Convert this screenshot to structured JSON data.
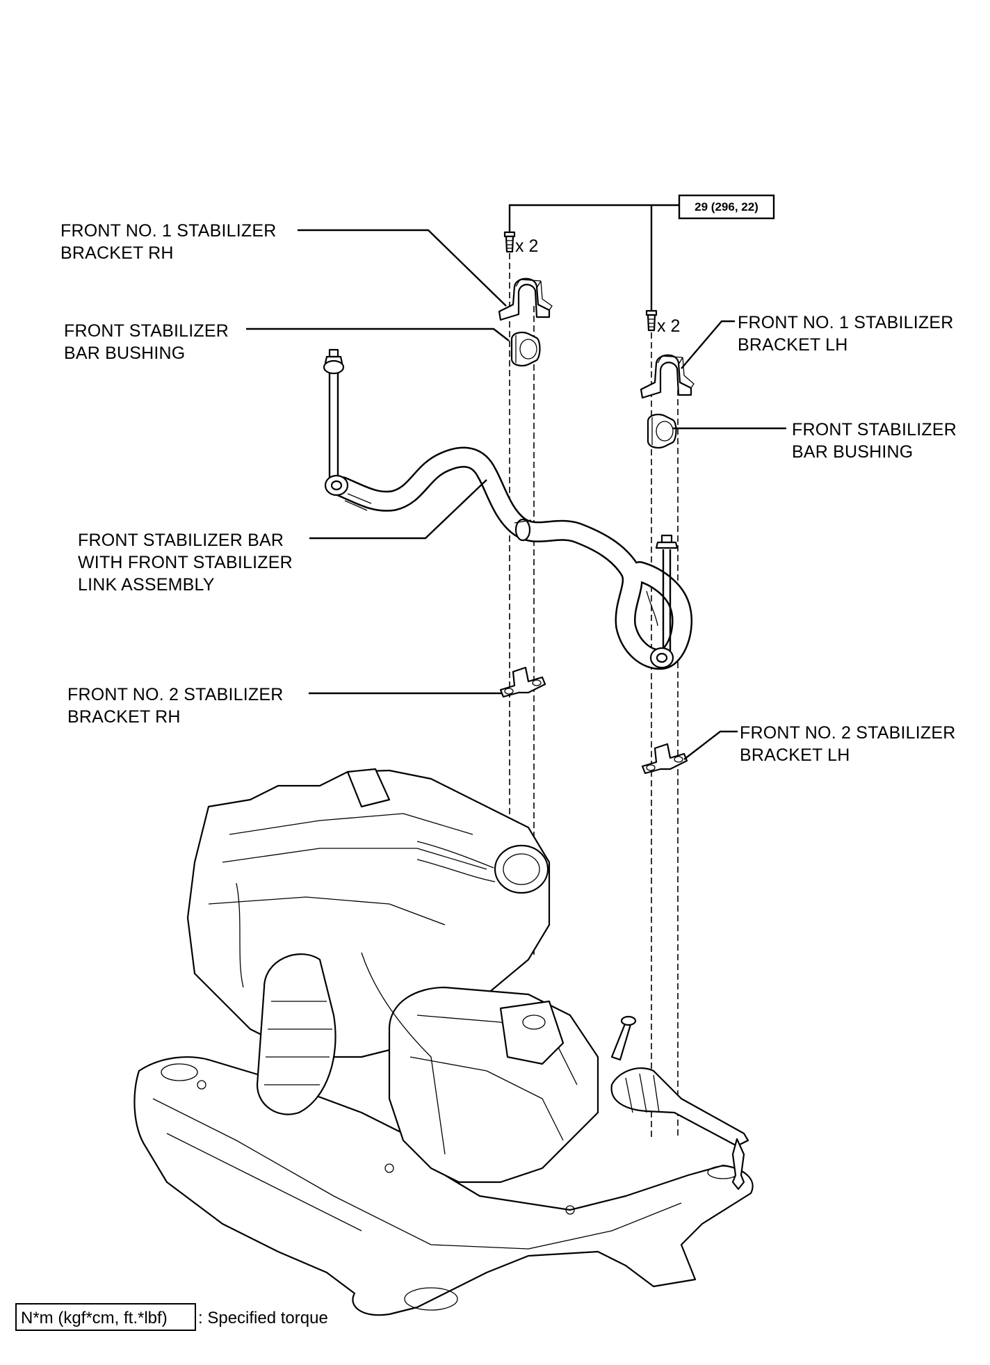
{
  "torque_spec": "29 (296, 22)",
  "bolt_quantity_rh": "x 2",
  "bolt_quantity_lh": "x 2",
  "labels": {
    "no1_bracket_rh": [
      "FRONT NO. 1 STABILIZER",
      "BRACKET RH"
    ],
    "bushing_rh": [
      "FRONT STABILIZER",
      "BAR BUSHING"
    ],
    "no1_bracket_lh": [
      "FRONT NO. 1 STABILIZER",
      "BRACKET LH"
    ],
    "bushing_lh": [
      "FRONT STABILIZER",
      "BAR BUSHING"
    ],
    "stabilizer_bar": [
      "FRONT STABILIZER BAR",
      "WITH FRONT STABILIZER",
      "LINK ASSEMBLY"
    ],
    "no2_bracket_rh": [
      "FRONT NO. 2 STABILIZER",
      "BRACKET RH"
    ],
    "no2_bracket_lh": [
      "FRONT NO. 2 STABILIZER",
      "BRACKET LH"
    ]
  },
  "legend": {
    "unit_box": "N*m (kgf*cm, ft.*lbf)",
    "description": ": Specified torque"
  }
}
